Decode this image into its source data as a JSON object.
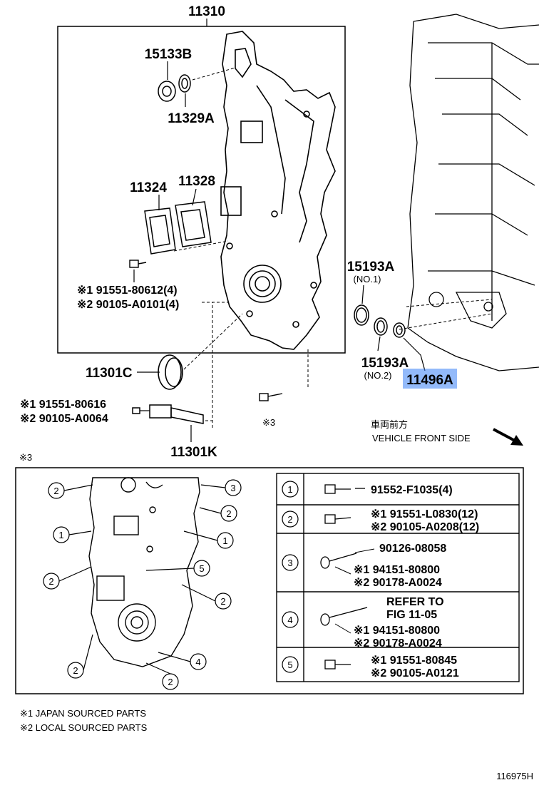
{
  "diagram_number": "116975H",
  "assembly_part": "11310",
  "parts": {
    "oil_seal_cap": "15133B",
    "o_ring_top": "11329A",
    "plate": "11324",
    "gasket": "11328",
    "crank_seal": "11301C",
    "sensor": "11301K",
    "seal_no1": "15193A",
    "seal_no1_sub": "(NO.1)",
    "seal_no2": "15193A",
    "seal_no2_sub": "(NO.2)",
    "highlighted": "11496A"
  },
  "plate_bolts": [
    "※1 91551-80612(4)",
    "※2 90105-A0101(4)"
  ],
  "sensor_bolts": [
    "※1 91551-80616",
    "※2 90105-A0064"
  ],
  "bolt_ref": "※3",
  "vehicle_front": {
    "jp": "車両前方",
    "en": "VEHICLE FRONT SIDE"
  },
  "inset_label": "※3",
  "legend": [
    {
      "num": "1",
      "lines": [
        "91552-F1035(4)"
      ]
    },
    {
      "num": "2",
      "lines": [
        "※1 91551-L0830(12)",
        "※2 90105-A0208(12)"
      ]
    },
    {
      "num": "3",
      "lines": [
        "90126-08058",
        "※1 94151-80800",
        "※2 90178-A0024"
      ]
    },
    {
      "num": "4",
      "lines": [
        "REFER TO",
        "FIG 11-05",
        "※1 94151-80800",
        "※2 90178-A0024"
      ]
    },
    {
      "num": "5",
      "lines": [
        "※1 91551-80845",
        "※2 90105-A0121"
      ]
    }
  ],
  "callouts": [
    "2",
    "1",
    "2",
    "2",
    "3",
    "2",
    "1",
    "5",
    "2",
    "4",
    "2"
  ],
  "footnotes": [
    "※1 JAPAN SOURCED PARTS",
    "※2 LOCAL SOURCED PARTS"
  ],
  "colors": {
    "highlight": "#3b82f6"
  }
}
